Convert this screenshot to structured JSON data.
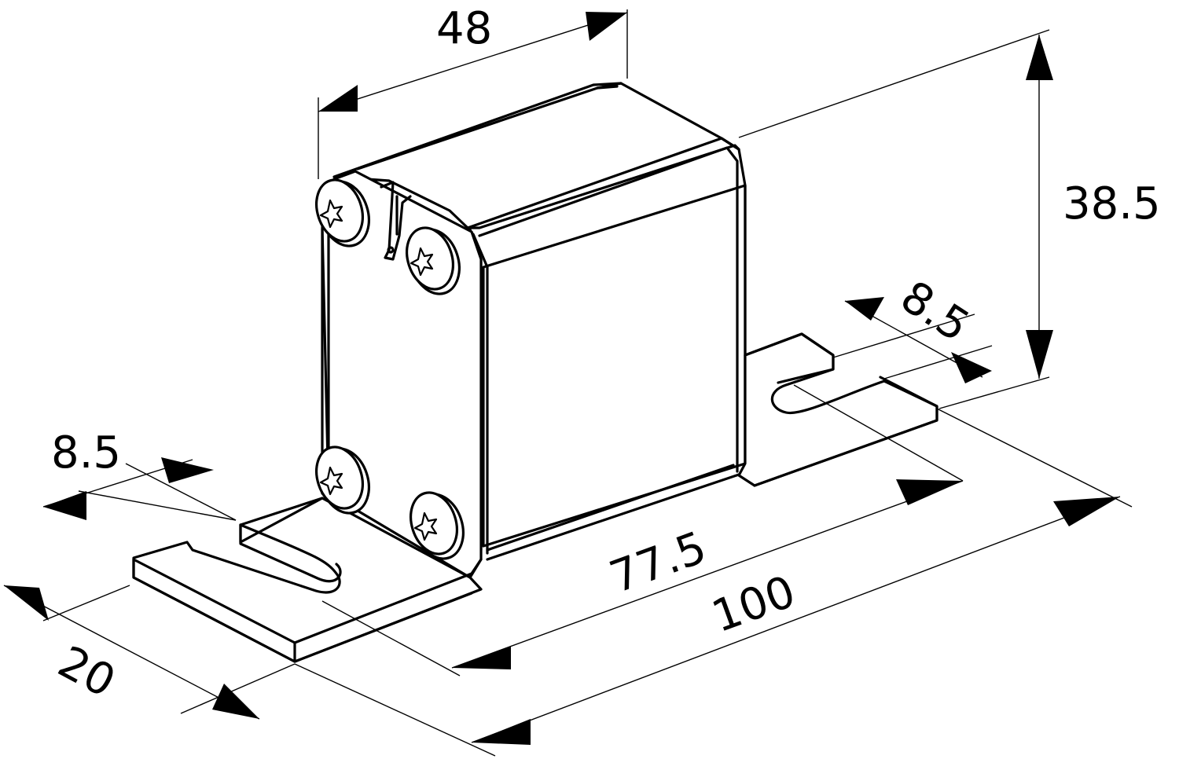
{
  "dimensions": {
    "width_top": "48",
    "height_right": "38.5",
    "slot_right": "8.5",
    "slot_left": "8.5",
    "depth_left": "20",
    "hole_spacing": "77.5",
    "overall_length": "100"
  },
  "colors": {
    "line": "#000000",
    "background": "#ffffff"
  },
  "icons": [
    "screw-head-icon",
    "terminal-clip-icon",
    "dimension-arrow-icon"
  ]
}
